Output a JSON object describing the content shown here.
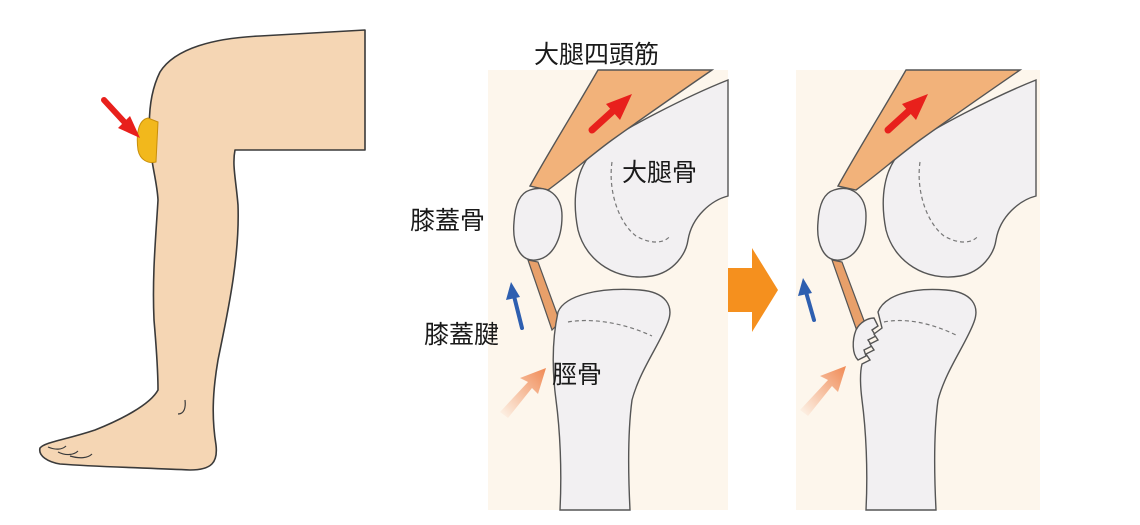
{
  "labels": {
    "quadriceps": "大腿四頭筋",
    "femur": "大腿骨",
    "patella": "膝蓋骨",
    "patellar_tendon": "膝蓋腱",
    "tibia": "脛骨"
  },
  "colors": {
    "skin": "#f5d6b4",
    "outline": "#3a3a3a",
    "knee_pad": "#f2b81c",
    "panel_bg": "#fdf6ec",
    "bone": "#f2f0f2",
    "muscle": "#f2b27a",
    "tendon": "#e8a06a",
    "red_arrow": "#e8201c",
    "blue_arrow": "#2e5fb0",
    "orange_arrow": "#f5901e",
    "impact_arrow": "#f08a55"
  },
  "icons": {
    "pain_pointer": "red-arrow-icon",
    "muscle_pull": "red-arrow-icon",
    "tendon_pull": "blue-arrow-icon",
    "impact": "gradient-arrow-icon",
    "transition": "orange-arrow-icon"
  }
}
